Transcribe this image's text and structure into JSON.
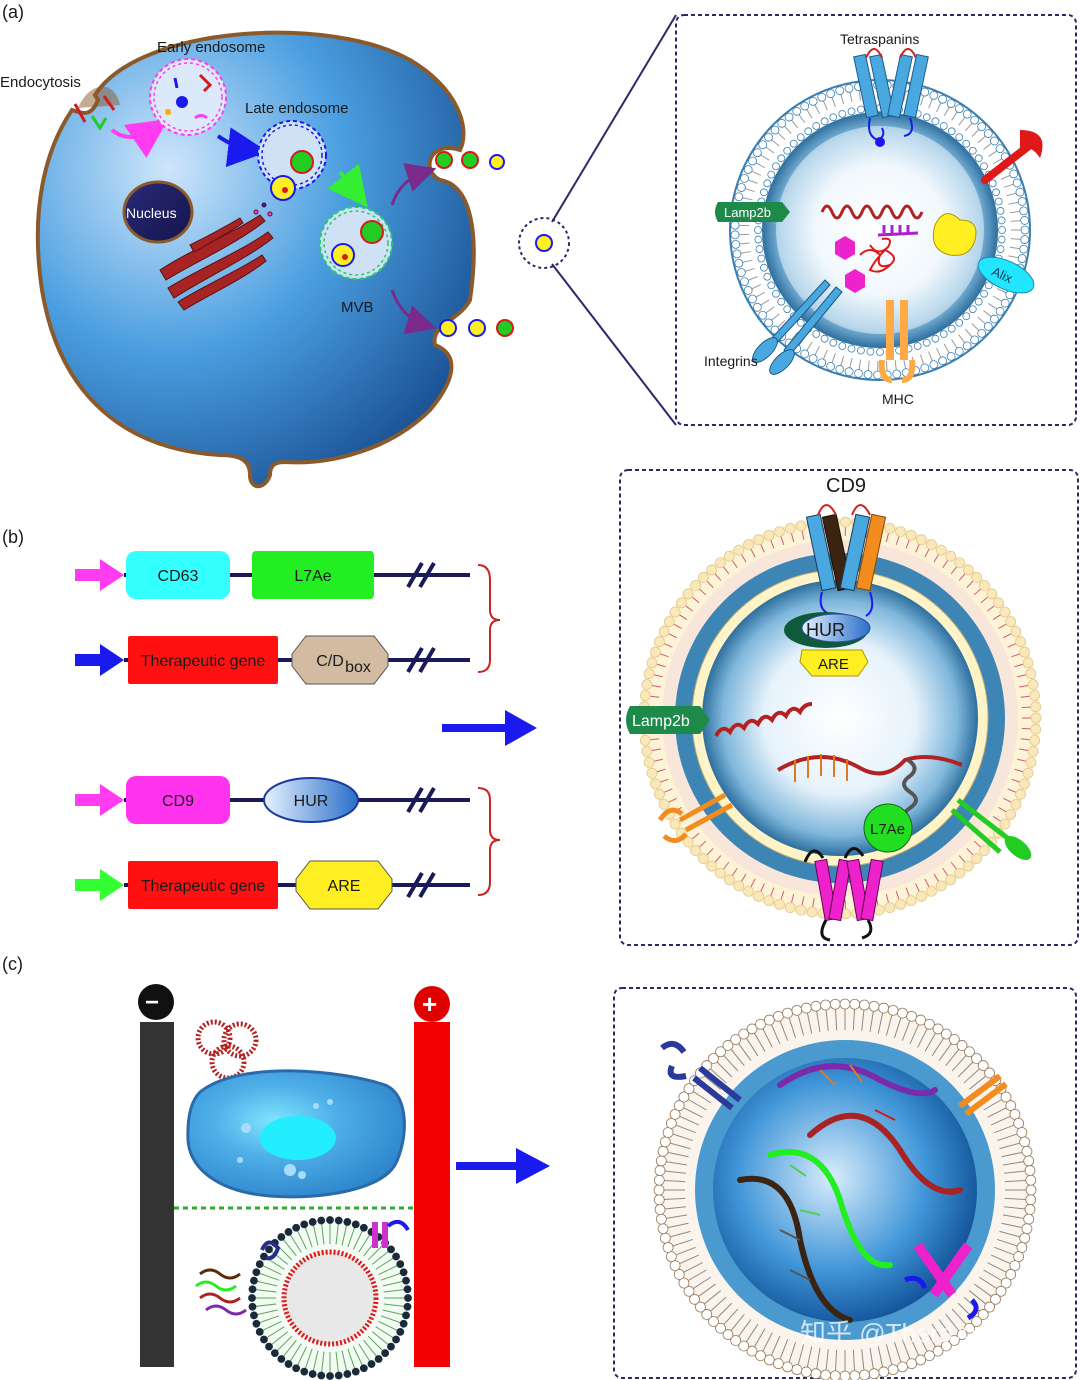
{
  "panels": {
    "a": {
      "label": "(a)",
      "endocytosis": "Endocytosis",
      "early_endosome": "Early endosome",
      "late_endosome": "Late endosome",
      "nucleus": "Nucleus",
      "mvb": "MVB",
      "zoom": {
        "tetraspanins": "Tetraspanins",
        "lamp2b": "Lamp2b",
        "alix": "Alix",
        "integrins": "Integrins",
        "mhc": "MHC"
      }
    },
    "b": {
      "label": "(b)",
      "constructs": [
        {
          "promoter_color": "#ff3cf0",
          "gene": "CD63",
          "gene_color": "#33ffff",
          "fusion": "L7Ae",
          "fusion_color": "#22ee22"
        },
        {
          "promoter_color": "#1a1aee",
          "gene": "Therapeutic gene",
          "gene_color": "#ff1111",
          "fusion": "C/D",
          "fusion_sub": "box",
          "fusion_color": "#d2bba0"
        },
        {
          "promoter_color": "#ff3cf0",
          "gene": "CD9",
          "gene_color": "#ff33ee",
          "fusion": "HUR",
          "fusion_color": "#3d7fd0"
        },
        {
          "promoter_color": "#33ff33",
          "gene": "Therapeutic gene",
          "gene_color": "#ff1111",
          "fusion": "ARE",
          "fusion_color": "#ffee22"
        }
      ],
      "zoom": {
        "cd9": "CD9",
        "hur": "HUR",
        "are": "ARE",
        "lamp2b": "Lamp2b",
        "l7ae": "L7Ae"
      }
    },
    "c": {
      "label": "(c)",
      "cathode": "−",
      "anode": "+"
    }
  },
  "watermark": "知乎 @TheraXyte",
  "colors": {
    "cell": "#3a8fd6",
    "membrane": "#8b5a2b",
    "frame": "#2a2a6a",
    "arrow": "#1a1aee",
    "bracket": "#cc2222"
  }
}
